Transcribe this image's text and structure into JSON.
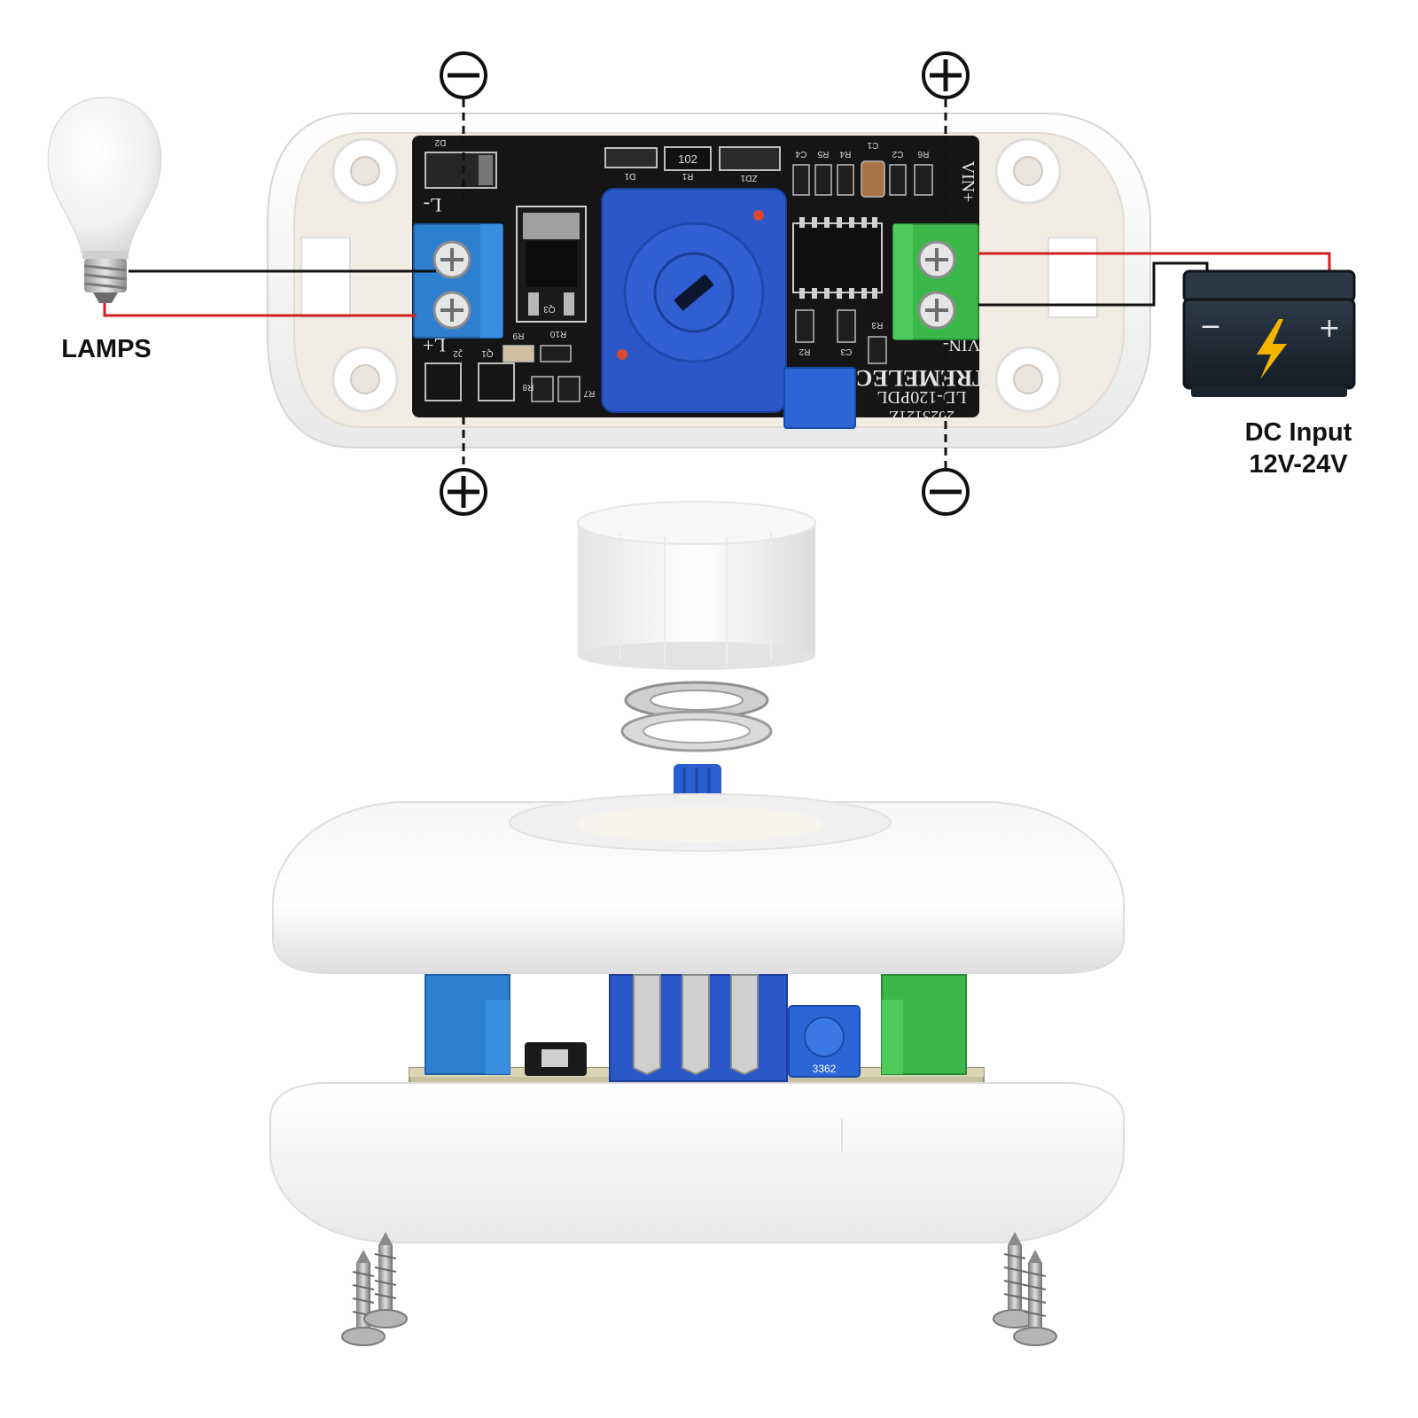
{
  "labels": {
    "lamps": "LAMPS",
    "dc_input_line1": "DC Input",
    "dc_input_line2": "12V-24V"
  },
  "board": {
    "brand": "TREMELEC",
    "model": "LD-120PDL",
    "date": "2023121Z",
    "vin_plus": "VIN+",
    "vin_minus": "VIN-",
    "out_minus": "L-",
    "out_plus": "L+",
    "resistor_code": "102",
    "trimmer_code": "3362",
    "refs": [
      "D2",
      "D1",
      "R1",
      "ZD1",
      "C4",
      "R5",
      "R4",
      "C1",
      "C2",
      "R6",
      "Q3",
      "R9",
      "R10",
      "R3",
      "R2",
      "C3",
      "R8",
      "R7",
      "Q1",
      "Q2"
    ]
  },
  "polarity": {
    "minus": "−",
    "plus": "+"
  },
  "colors": {
    "wire_positive": "#d42020",
    "wire_negative": "#111111",
    "pcb": "#151515",
    "terminal_blue": "#2f7fd0",
    "terminal_green": "#3cb84a",
    "pot_blue": "#2a58c9",
    "battery_body": "#1c2733",
    "bolt": "#f5b400"
  },
  "icons": [
    "lamp-bulb-icon",
    "battery-icon",
    "bolt-icon",
    "minus-circle-icon",
    "plus-circle-icon",
    "screw-icon"
  ]
}
